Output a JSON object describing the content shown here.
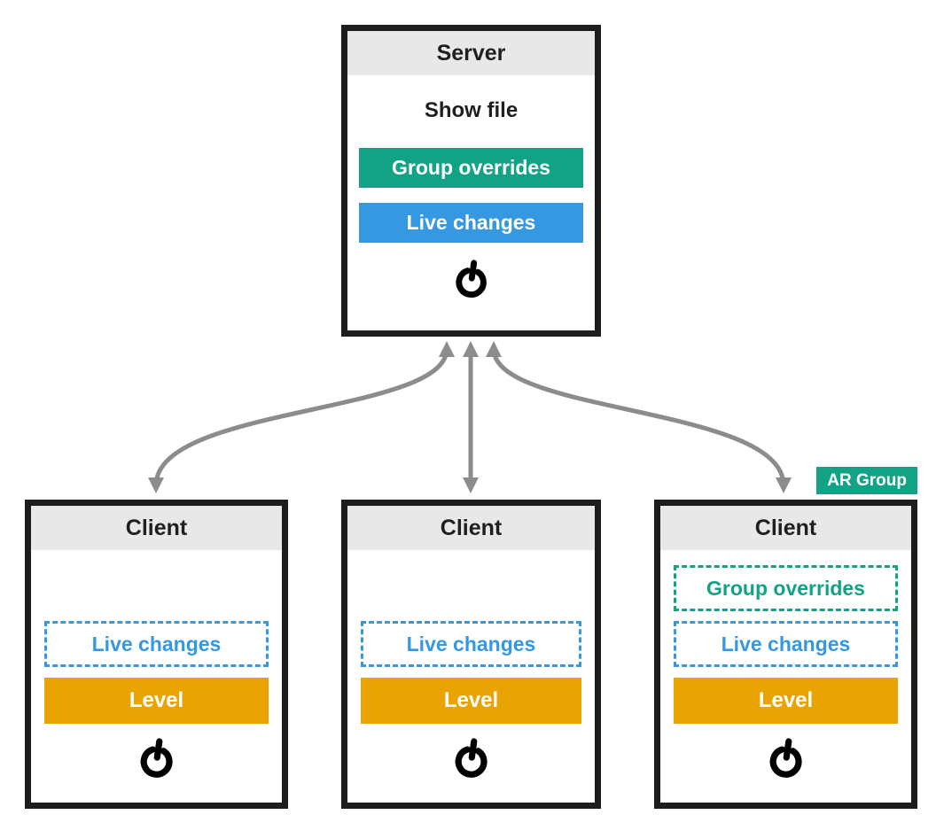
{
  "colors": {
    "green": "#12a386",
    "blue": "#3598e0",
    "orange": "#e9a303",
    "border": "#1d1d1d",
    "header_bg": "#e8e8e8",
    "arrow": "#8c8c8c"
  },
  "server": {
    "title": "Server",
    "show_file_label": "Show file",
    "items": [
      {
        "label": "Group overrides",
        "style": "solid-green",
        "color": "#12a386"
      },
      {
        "label": "Live changes",
        "style": "solid-blue",
        "color": "#3598e0"
      }
    ],
    "power_icon": "power-icon"
  },
  "clients": [
    {
      "title": "Client",
      "items": [
        {
          "label": "Live changes",
          "style": "dashed-blue",
          "color": "#3598e0"
        },
        {
          "label": "Level",
          "style": "solid-orange",
          "color": "#e9a303"
        }
      ],
      "power_icon": "power-icon"
    },
    {
      "title": "Client",
      "items": [
        {
          "label": "Live changes",
          "style": "dashed-blue",
          "color": "#3598e0"
        },
        {
          "label": "Level",
          "style": "solid-orange",
          "color": "#e9a303"
        }
      ],
      "power_icon": "power-icon"
    },
    {
      "title": "Client",
      "badge": "AR Group",
      "items": [
        {
          "label": "Group overrides",
          "style": "dashed-green",
          "color": "#12a386"
        },
        {
          "label": "Live changes",
          "style": "dashed-blue",
          "color": "#3598e0"
        },
        {
          "label": "Level",
          "style": "solid-orange",
          "color": "#e9a303"
        }
      ],
      "power_icon": "power-icon"
    }
  ],
  "connections": [
    {
      "from": "Server",
      "to": "Client 1",
      "bidirectional": true
    },
    {
      "from": "Server",
      "to": "Client 2",
      "bidirectional": true
    },
    {
      "from": "Server",
      "to": "Client 3",
      "bidirectional": true
    }
  ]
}
